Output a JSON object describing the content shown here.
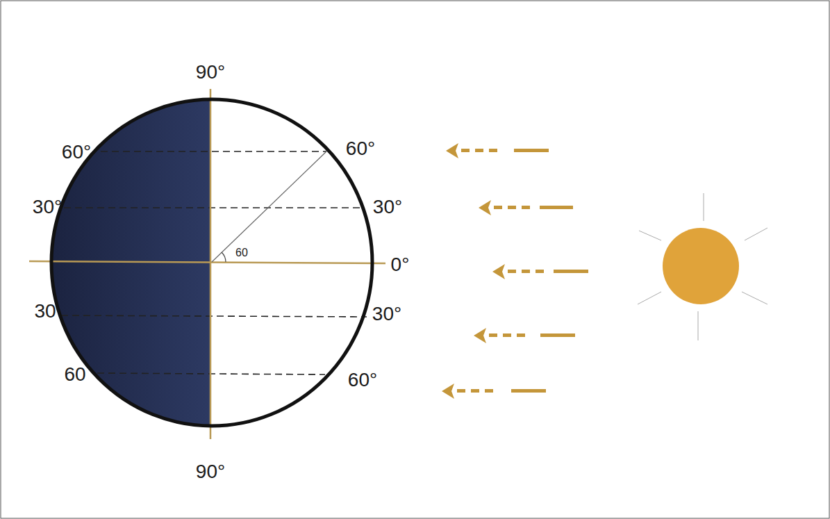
{
  "diagram": {
    "labels": [
      "90°",
      "60°",
      "60°",
      "30°",
      "30°",
      "60",
      "0°",
      "30",
      "30°",
      "60",
      "60°",
      "90°"
    ]
  }
}
